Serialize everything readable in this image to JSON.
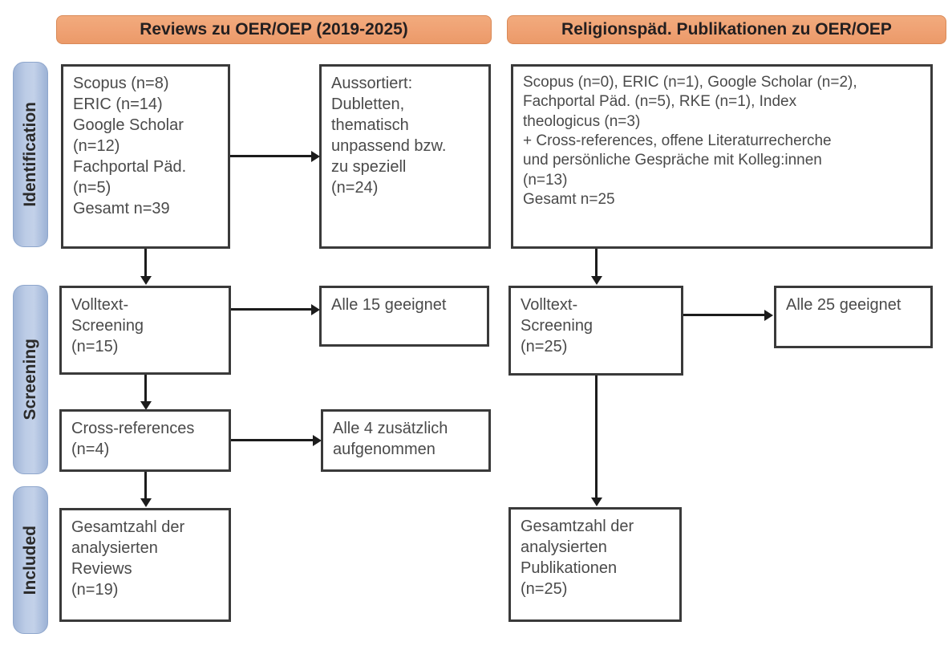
{
  "diagram": {
    "title": "PRISMA-Flussdiagramm: Reviews und religionspaedagogische Publikationen zu OER/OEP",
    "colors": {
      "header_orange": "#efa173",
      "stage_blue": "#bccce6",
      "box_border": "#3a3a3a",
      "connector": "#1c1c1c",
      "text": "#4a4a4a"
    }
  },
  "stages": [
    {
      "label": "Identification"
    },
    {
      "label": "Screening"
    },
    {
      "label": "Included"
    }
  ],
  "columns": [
    {
      "header": "Reviews zu OER/OEP (2019-2025)"
    },
    {
      "header": "Religionspäd. Publikationen zu OER/OEP"
    }
  ],
  "boxes": {
    "left_identification_sources": "Scopus (n=8)\nERIC (n=14)\nGoogle Scholar\n(n=12)\nFachportal Päd.\n(n=5)\nGesamt n=39",
    "left_excluded": "Aussortiert:\nDubletten,\nthematisch\nunpassend bzw.\nzu speziell\n(n=24)",
    "left_screening": "Volltext-\nScreening\n(n=15)",
    "left_screening_result": "Alle 15 geeignet",
    "left_crossrefs": "Cross-references\n(n=4)",
    "left_crossrefs_result": "Alle 4 zusätzlich\naufgenommen",
    "left_included": "Gesamtzahl der\nanalysierten\nReviews\n(n=19)",
    "right_identification_sources": "Scopus (n=0), ERIC (n=1), Google Scholar (n=2),\nFachportal Päd. (n=5), RKE (n=1), Index\ntheologicus (n=3)\n+ Cross-references, offene Literaturrecherche\nund persönliche Gespräche mit Kolleg:innen\n(n=13)\nGesamt n=25",
    "right_screening": "Volltext-\nScreening\n(n=25)",
    "right_screening_result": "Alle 25 geeignet",
    "right_included": "Gesamtzahl der\nanalysierten\nPublikationen\n(n=25)"
  },
  "counts": {
    "left_scopus": 8,
    "left_eric": 14,
    "left_google_scholar": 12,
    "left_fachportal": 5,
    "left_total": 39,
    "left_excluded": 24,
    "left_fulltext_screening": 15,
    "left_crossrefs": 4,
    "left_included": 19,
    "right_scopus": 0,
    "right_eric": 1,
    "right_google_scholar": 2,
    "right_fachportal": 5,
    "right_rke": 1,
    "right_index_theologicus": 3,
    "right_other_sources": 13,
    "right_total": 25,
    "right_fulltext_screening": 25,
    "right_included": 25
  }
}
